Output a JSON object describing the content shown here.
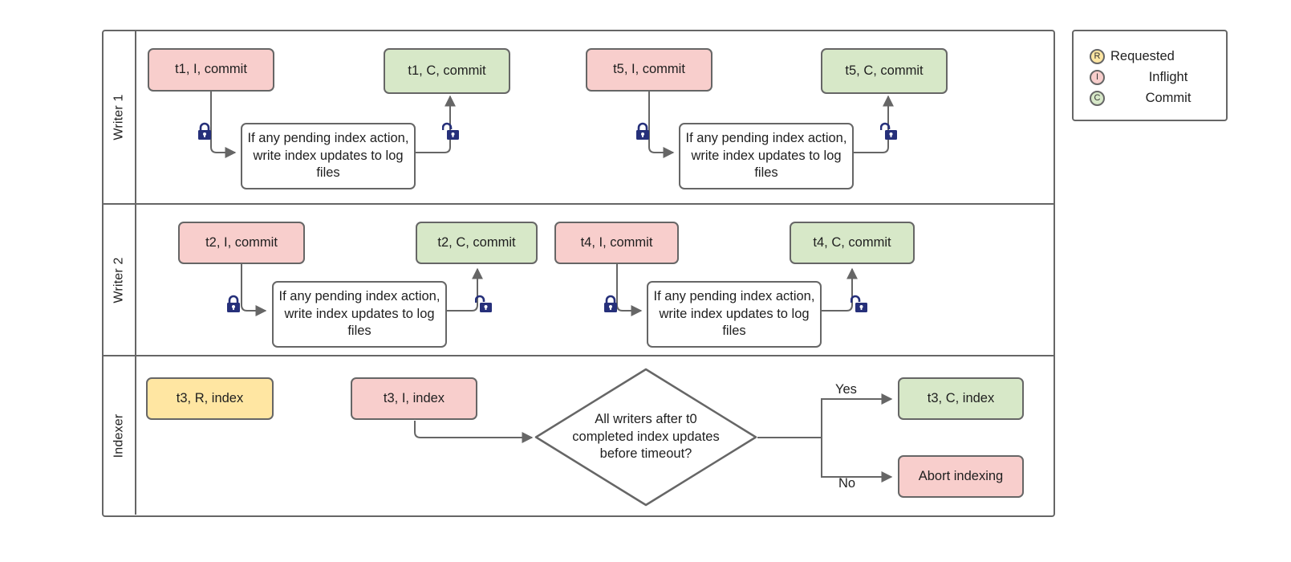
{
  "diagram": {
    "title": "Writer / Indexer swimlane flowchart",
    "colors": {
      "red": "#f8cecc",
      "green": "#d7e8c8",
      "yellow": "#ffe6a2",
      "white": "#ffffff",
      "stroke": "#666666",
      "lock": "#26307a",
      "text": "#1f1f1f"
    }
  },
  "lanes": [
    {
      "id": "writer-1",
      "label": "Writer 1"
    },
    {
      "id": "writer-2",
      "label": "Writer 2"
    },
    {
      "id": "indexer",
      "label": "Indexer"
    }
  ],
  "nodes": {
    "w1_t1_i": {
      "label": "t1, I, commit",
      "color": "red"
    },
    "w1_t1_c": {
      "label": "t1, C, commit",
      "color": "green"
    },
    "w1_box_a": {
      "label": "If any pending index action, write index updates to log files",
      "color": "white"
    },
    "w1_t5_i": {
      "label": "t5, I, commit",
      "color": "red"
    },
    "w1_t5_c": {
      "label": "t5, C, commit",
      "color": "green"
    },
    "w1_box_b": {
      "label": "If any pending index action, write index updates to log files",
      "color": "white"
    },
    "w2_t2_i": {
      "label": "t2, I, commit",
      "color": "red"
    },
    "w2_t2_c": {
      "label": "t2, C, commit",
      "color": "green"
    },
    "w2_box_a": {
      "label": "If any pending index action, write index updates to log files",
      "color": "white"
    },
    "w2_t4_i": {
      "label": "t4, I, commit",
      "color": "red"
    },
    "w2_t4_c": {
      "label": "t4, C, commit",
      "color": "green"
    },
    "w2_box_b": {
      "label": "If any pending index action, write index updates to log files",
      "color": "white"
    },
    "ix_t3_r": {
      "label": "t3, R, index",
      "color": "yellow"
    },
    "ix_t3_i": {
      "label": "t3, I, index",
      "color": "red"
    },
    "ix_decision": {
      "label": "All writers after t0 completed index updates before timeout?"
    },
    "ix_t3_c": {
      "label": "t3, C, index",
      "color": "green"
    },
    "ix_abort": {
      "label": "Abort indexing",
      "color": "red"
    }
  },
  "edge_labels": {
    "yes": "Yes",
    "no": "No"
  },
  "locks": {
    "closed_name": "lock-closed-icon",
    "open_name": "lock-open-icon"
  },
  "legend": {
    "items": [
      {
        "badge": "R",
        "label": "Requested",
        "color": "yellow"
      },
      {
        "badge": "I",
        "label": "Inflight",
        "color": "red"
      },
      {
        "badge": "C",
        "label": "Commit",
        "color": "green"
      }
    ]
  }
}
